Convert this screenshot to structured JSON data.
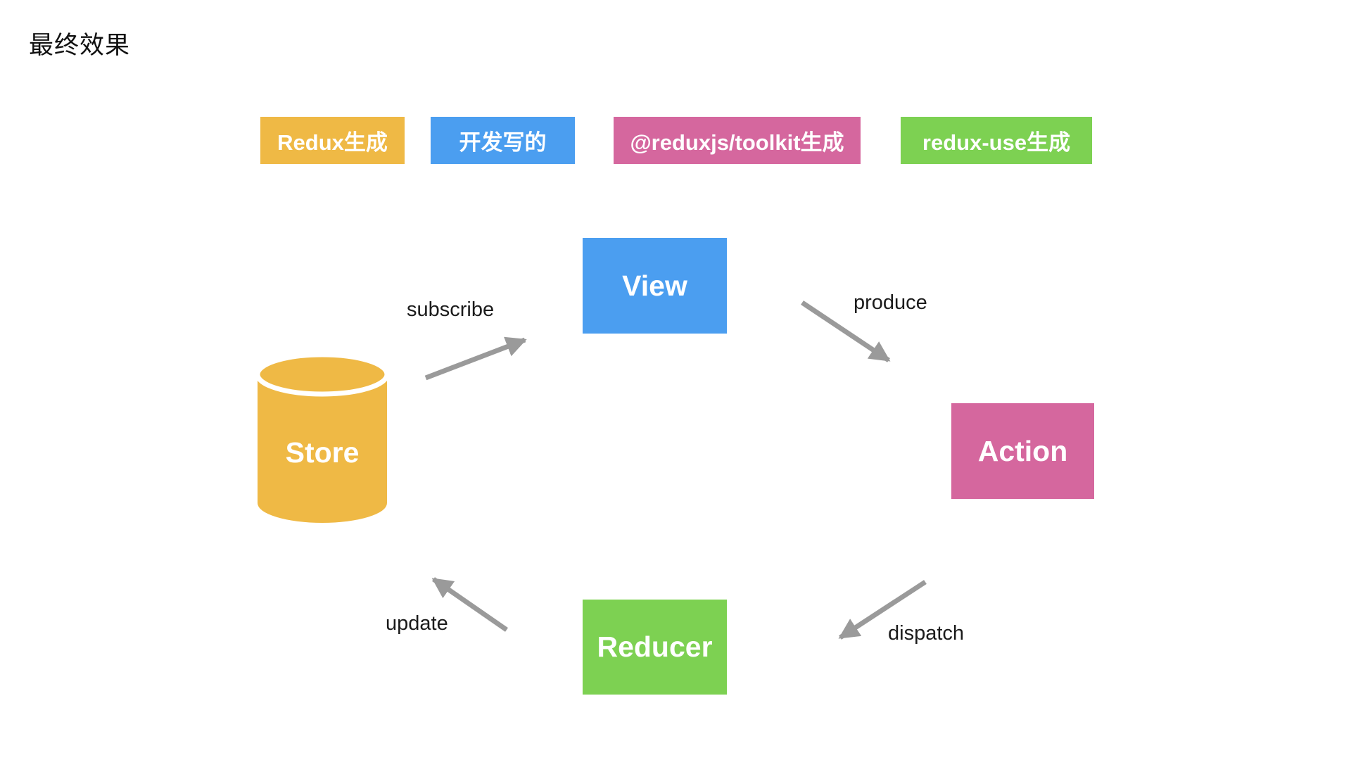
{
  "page": {
    "title": "最终效果",
    "background_color": "#ffffff"
  },
  "legend": {
    "items": [
      {
        "id": "redux-generated",
        "label": "Redux生成",
        "color": "#EFB945"
      },
      {
        "id": "developer-written",
        "label": "开发写的",
        "color": "#4B9EF0"
      },
      {
        "id": "toolkit-generated",
        "label": "@reduxjs/toolkit生成",
        "color": "#D5679E"
      },
      {
        "id": "redux-use-generated",
        "label": "redux-use生成",
        "color": "#7DD152"
      }
    ]
  },
  "diagram": {
    "arrow_color": "#9A9A9A",
    "label_color": "#1b1b1b",
    "nodes": [
      {
        "id": "store",
        "label": "Store",
        "shape": "cylinder",
        "color": "#EFB945"
      },
      {
        "id": "view",
        "label": "View",
        "shape": "rect",
        "color": "#4B9EF0"
      },
      {
        "id": "action",
        "label": "Action",
        "shape": "rect",
        "color": "#D5679E"
      },
      {
        "id": "reducer",
        "label": "Reducer",
        "shape": "rect",
        "color": "#7DD152"
      }
    ],
    "edges": [
      {
        "id": "subscribe",
        "label": "subscribe",
        "from": "store",
        "to": "view"
      },
      {
        "id": "produce",
        "label": "produce",
        "from": "view",
        "to": "action"
      },
      {
        "id": "dispatch",
        "label": "dispatch",
        "from": "action",
        "to": "reducer"
      },
      {
        "id": "update",
        "label": "update",
        "from": "reducer",
        "to": "store"
      }
    ]
  }
}
